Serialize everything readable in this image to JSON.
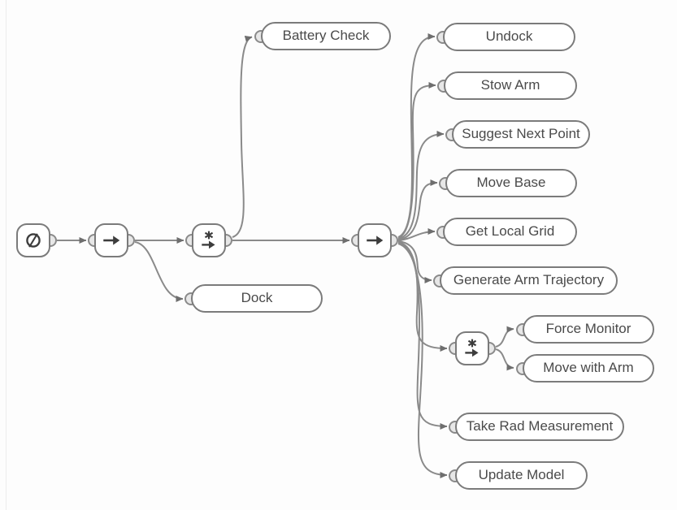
{
  "diagram": {
    "type": "behavior-tree",
    "colors": {
      "background": "#fdfdfd",
      "node_border": "#7b7b7b",
      "node_fill": "#ffffff",
      "edge": "#8a8a8a",
      "arrowhead": "#6e6e6e",
      "port_fill": "#e7e7e7",
      "icon": "#3d3d3d",
      "text": "#4a4a4a"
    },
    "nodes": {
      "root": {
        "type": "root",
        "icon": "null-set-icon",
        "label": ""
      },
      "main_sequence": {
        "type": "sequence",
        "icon": "arrow-right-icon",
        "label": ""
      },
      "main_memory_sequence": {
        "type": "sequence-memory",
        "icon": "asterisk-arrow-icon",
        "label": ""
      },
      "battery_check": {
        "type": "task",
        "label": "Battery Check"
      },
      "dock": {
        "type": "task",
        "label": "Dock"
      },
      "survey_sequence": {
        "type": "sequence",
        "icon": "arrow-right-icon",
        "label": ""
      },
      "undock": {
        "type": "task",
        "label": "Undock"
      },
      "stow_arm": {
        "type": "task",
        "label": "Stow Arm"
      },
      "suggest_next_point": {
        "type": "task",
        "label": "Suggest Next Point"
      },
      "move_base": {
        "type": "task",
        "label": "Move Base"
      },
      "get_local_grid": {
        "type": "task",
        "label": "Get Local Grid"
      },
      "generate_arm_trajectory": {
        "type": "task",
        "label": "Generate Arm Trajectory"
      },
      "arm_memory_sequence": {
        "type": "sequence-memory",
        "icon": "asterisk-arrow-icon",
        "label": ""
      },
      "force_monitor": {
        "type": "task",
        "label": "Force Monitor"
      },
      "move_with_arm": {
        "type": "task",
        "label": "Move with Arm"
      },
      "take_rad_measurement": {
        "type": "task",
        "label": "Take Rad Measurement"
      },
      "update_model": {
        "type": "task",
        "label": "Update Model"
      }
    },
    "edges": [
      {
        "from": "root",
        "to": "main_sequence"
      },
      {
        "from": "main_sequence",
        "to": "main_memory_sequence"
      },
      {
        "from": "main_sequence",
        "to": "dock"
      },
      {
        "from": "main_memory_sequence",
        "to": "battery_check"
      },
      {
        "from": "main_memory_sequence",
        "to": "survey_sequence"
      },
      {
        "from": "survey_sequence",
        "to": "undock"
      },
      {
        "from": "survey_sequence",
        "to": "stow_arm"
      },
      {
        "from": "survey_sequence",
        "to": "suggest_next_point"
      },
      {
        "from": "survey_sequence",
        "to": "move_base"
      },
      {
        "from": "survey_sequence",
        "to": "get_local_grid"
      },
      {
        "from": "survey_sequence",
        "to": "generate_arm_trajectory"
      },
      {
        "from": "survey_sequence",
        "to": "arm_memory_sequence"
      },
      {
        "from": "survey_sequence",
        "to": "take_rad_measurement"
      },
      {
        "from": "survey_sequence",
        "to": "update_model"
      },
      {
        "from": "arm_memory_sequence",
        "to": "force_monitor"
      },
      {
        "from": "arm_memory_sequence",
        "to": "move_with_arm"
      }
    ]
  }
}
